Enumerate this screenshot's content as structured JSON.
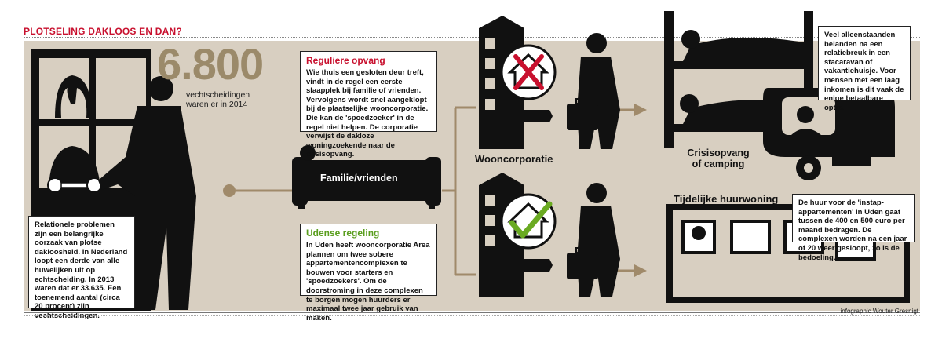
{
  "title": "PLOTSELING DAKLOOS EN DAN?",
  "credit": "infographic Wouter Gresnigt",
  "stat": {
    "number": "6.800",
    "line1": "vechtscheidingen",
    "line2": "waren er in 2014"
  },
  "left_box": {
    "text": "Relationele problemen zijn een belangrijke oorzaak van plotse dakloosheid. In Nederland loopt een derde van alle huwelijken uit op echtscheiding. In 2013 waren dat er 33.635. Een toenemend aantal (circa 20 procent) zijn vechtscheidingen."
  },
  "regular": {
    "title": "Reguliere opvang",
    "text": "Wie thuis een gesloten deur treft, vindt in de regel een eerste slaapplek bij familie of vrienden. Vervolgens wordt snel aangeklopt bij de plaatselijke wooncorporatie. Die kan de 'spoedzoeker' in de regel niet helpen. De corporatie verwijst de dakloze woningzoekende naar de crisisopvang."
  },
  "uden": {
    "title": "Udense regeling",
    "text": "In Uden heeft wooncorporatie Area plannen om twee sobere appartementencomplexen te bouwen voor starters en 'spoedzoekers'. Om de doorstroming in deze complexen te borgen mogen huurders er maximaal twee jaar gebruik van maken."
  },
  "labels": {
    "family": "Familie/vrienden",
    "corporation": "Wooncorporatie",
    "crisis_line1": "Crisisopvang",
    "crisis_line2": "of camping",
    "temporary": "Tijdelijke huurwoning"
  },
  "top_right": {
    "text": "Veel alleenstaanden belanden na een relatiebreuk in een stacaravan of vakantiehuisje. Voor mensen met een laag inkomen is dit vaak de enige betaalbare optie."
  },
  "bottom_right": {
    "text": "De huur voor de 'instap-appartementen' in Uden gaat tussen de 400 en 500 euro per maand bedragen. De complexen worden na een jaar of 20 weer gesloopt, zo is de bedoeling."
  },
  "colors": {
    "title_red": "#c8102e",
    "background": "#d8cfc1",
    "accent_brown": "#9b8a6a",
    "arrow": "#a08a6a",
    "cross_red": "#c8102e",
    "check_green": "#6aaa22"
  },
  "icons": [
    "door-icon",
    "key-icon",
    "man-icon",
    "sofa-icon",
    "house-icon",
    "cross-icon",
    "check-icon",
    "suitcase-icon",
    "bunkbed-icon",
    "caravan-icon",
    "apartment-icon"
  ]
}
